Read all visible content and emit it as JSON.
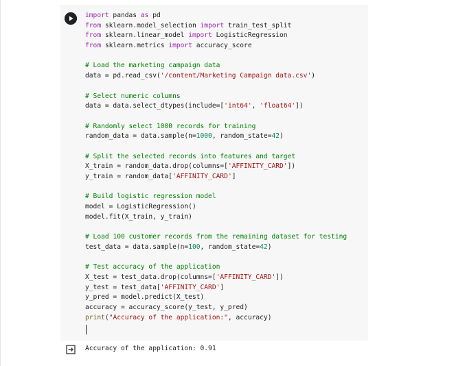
{
  "cell": {
    "lines": [
      [
        {
          "t": "import",
          "c": "kw"
        },
        {
          "t": " pandas ",
          "c": ""
        },
        {
          "t": "as",
          "c": "kw"
        },
        {
          "t": " pd",
          "c": ""
        }
      ],
      [
        {
          "t": "from",
          "c": "kw"
        },
        {
          "t": " sklearn.model_selection ",
          "c": ""
        },
        {
          "t": "import",
          "c": "kw"
        },
        {
          "t": " train_test_split",
          "c": ""
        }
      ],
      [
        {
          "t": "from",
          "c": "kw"
        },
        {
          "t": " sklearn.linear_model ",
          "c": ""
        },
        {
          "t": "import",
          "c": "kw"
        },
        {
          "t": " LogisticRegression",
          "c": ""
        }
      ],
      [
        {
          "t": "from",
          "c": "kw"
        },
        {
          "t": " sklearn.metrics ",
          "c": ""
        },
        {
          "t": "import",
          "c": "kw"
        },
        {
          "t": " accuracy_score",
          "c": ""
        }
      ],
      [],
      [
        {
          "t": "# Load the marketing campaign data",
          "c": "cm"
        }
      ],
      [
        {
          "t": "data = pd.read_csv(",
          "c": ""
        },
        {
          "t": "'/content/Marketing Campaign data.csv'",
          "c": "st"
        },
        {
          "t": ")",
          "c": ""
        }
      ],
      [],
      [
        {
          "t": "# Select numeric columns",
          "c": "cm"
        }
      ],
      [
        {
          "t": "data = data.select_dtypes(include=[",
          "c": ""
        },
        {
          "t": "'int64'",
          "c": "st"
        },
        {
          "t": ", ",
          "c": ""
        },
        {
          "t": "'float64'",
          "c": "st"
        },
        {
          "t": "])",
          "c": ""
        }
      ],
      [],
      [
        {
          "t": "# Randomly select 1000 records for training",
          "c": "cm"
        }
      ],
      [
        {
          "t": "random_data = data.sample(n=",
          "c": ""
        },
        {
          "t": "1000",
          "c": "nu"
        },
        {
          "t": ", random_state=",
          "c": ""
        },
        {
          "t": "42",
          "c": "nu"
        },
        {
          "t": ")",
          "c": ""
        }
      ],
      [],
      [
        {
          "t": "# Split the selected records into features and target",
          "c": "cm"
        }
      ],
      [
        {
          "t": "X_train = random_data.drop(columns=[",
          "c": ""
        },
        {
          "t": "'AFFINITY_CARD'",
          "c": "st"
        },
        {
          "t": "])",
          "c": ""
        }
      ],
      [
        {
          "t": "y_train = random_data[",
          "c": ""
        },
        {
          "t": "'AFFINITY_CARD'",
          "c": "st"
        },
        {
          "t": "]",
          "c": ""
        }
      ],
      [],
      [
        {
          "t": "# Build logistic regression model",
          "c": "cm"
        }
      ],
      [
        {
          "t": "model = LogisticRegression()",
          "c": ""
        }
      ],
      [
        {
          "t": "model.fit(X_train, y_train)",
          "c": ""
        }
      ],
      [],
      [
        {
          "t": "# Load 100 customer records from the remaining dataset for testing",
          "c": "cm"
        }
      ],
      [
        {
          "t": "test_data = data.sample(n=",
          "c": ""
        },
        {
          "t": "100",
          "c": "nu"
        },
        {
          "t": ", random_state=",
          "c": ""
        },
        {
          "t": "42",
          "c": "nu"
        },
        {
          "t": ")",
          "c": ""
        }
      ],
      [],
      [
        {
          "t": "# Test accuracy of the application",
          "c": "cm"
        }
      ],
      [
        {
          "t": "X_test = test_data.drop(columns=[",
          "c": ""
        },
        {
          "t": "'AFFINITY_CARD'",
          "c": "st"
        },
        {
          "t": "])",
          "c": ""
        }
      ],
      [
        {
          "t": "y_test = test_data[",
          "c": ""
        },
        {
          "t": "'AFFINITY_CARD'",
          "c": "st"
        },
        {
          "t": "]",
          "c": ""
        }
      ],
      [
        {
          "t": "y_pred = model.predict(X_test)",
          "c": ""
        }
      ],
      [
        {
          "t": "accuracy = accuracy_score(y_test, y_pred)",
          "c": ""
        }
      ],
      [
        {
          "t": "print",
          "c": "fn"
        },
        {
          "t": "(",
          "c": ""
        },
        {
          "t": "\"Accuracy of the application:\"",
          "c": "st"
        },
        {
          "t": ", accuracy)",
          "c": ""
        }
      ]
    ]
  },
  "output": {
    "text": "Accuracy of the application: 0.91"
  },
  "icons": {
    "run": "play-icon",
    "output": "output-arrow-icon"
  },
  "colors": {
    "keyword": "#9c27b0",
    "comment": "#008000",
    "string": "#a31515",
    "number": "#098658"
  }
}
